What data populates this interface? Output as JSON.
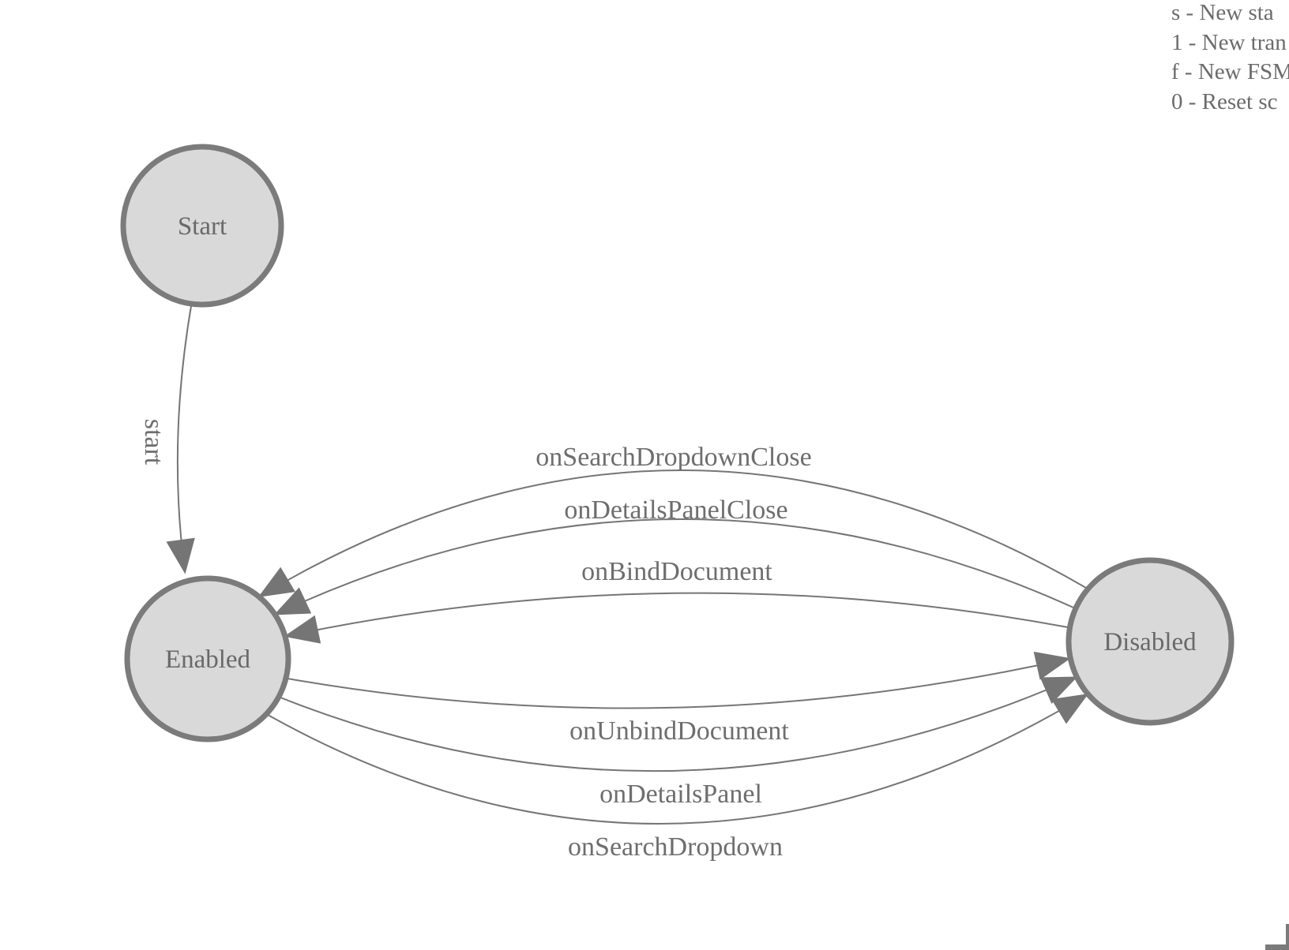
{
  "app": {
    "type": "fsm-state-diagram-editor-canvas"
  },
  "legend": {
    "items": [
      {
        "text": "s - New sta"
      },
      {
        "text": "1 - New tran"
      },
      {
        "text": "f - New FSM"
      },
      {
        "text": "0 - Reset sc"
      }
    ]
  },
  "nodes": [
    {
      "id": "start",
      "label": "Start"
    },
    {
      "id": "enabled",
      "label": "Enabled"
    },
    {
      "id": "disabled",
      "label": "Disabled"
    }
  ],
  "edges": [
    {
      "label": "start",
      "from": "Start",
      "to": "Enabled"
    },
    {
      "label": "onSearchDropdownClose",
      "from": "Disabled",
      "to": "Enabled"
    },
    {
      "label": "onDetailsPanelClose",
      "from": "Disabled",
      "to": "Enabled"
    },
    {
      "label": "onBindDocument",
      "from": "Disabled",
      "to": "Enabled"
    },
    {
      "label": "onUnbindDocument",
      "from": "Enabled",
      "to": "Disabled"
    },
    {
      "label": "onDetailsPanel",
      "from": "Enabled",
      "to": "Disabled"
    },
    {
      "label": "onSearchDropdown",
      "from": "Enabled",
      "to": "Disabled"
    }
  ],
  "colors": {
    "node_fill": "#d9d9d9",
    "node_stroke": "#7b7b7b",
    "edge_stroke": "#757575",
    "label_text": "#6e6e6e",
    "legend_text": "#6b6b6b"
  }
}
